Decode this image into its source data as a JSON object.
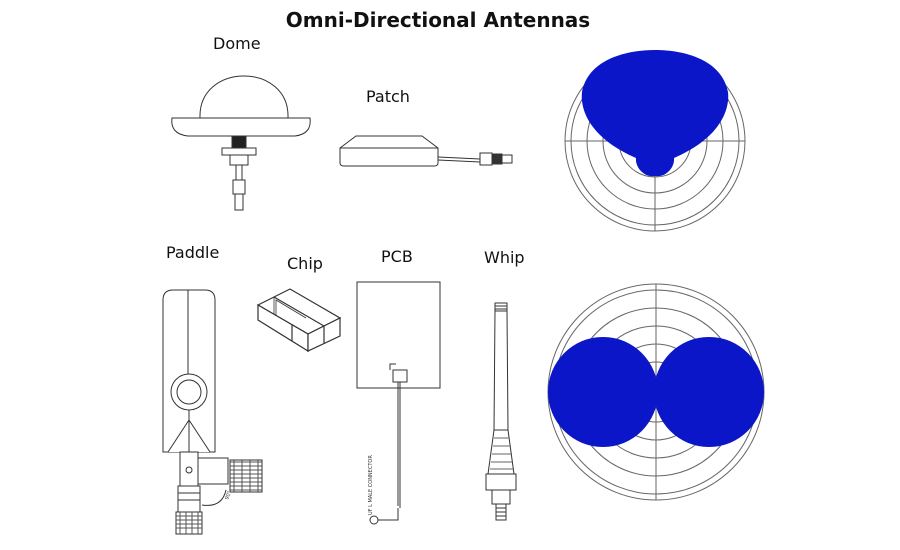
{
  "title": "Omni-Directional Antennas",
  "antennas": {
    "dome": "Dome",
    "patch": "Patch",
    "paddle": "Paddle",
    "chip": "Chip",
    "pcb": "PCB",
    "whip": "Whip"
  },
  "pcb_connector_note": "UF L MALE CONNECTOR",
  "paddle_angle_note": "90°",
  "pattern_fill_color": "#0a16c8"
}
